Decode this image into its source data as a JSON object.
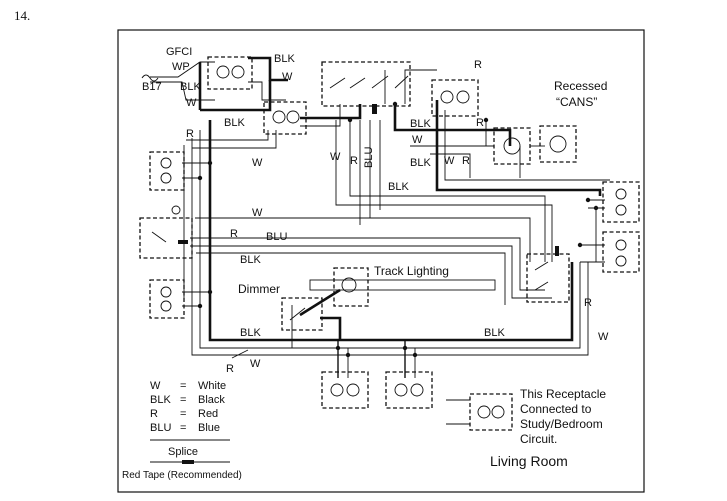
{
  "problem_number": "14.",
  "labels": {
    "gfci": "GFCI",
    "wp": "WP",
    "b17": "B17",
    "blk": "BLK",
    "w": "W",
    "r": "R",
    "blu": "BLU",
    "recessed": "Recessed",
    "cans": "“CANS”",
    "track_lighting": "Track Lighting",
    "dimmer": "Dimmer",
    "room_title": "Living Room"
  },
  "legend": {
    "rows": [
      {
        "abbr": "W",
        "eq": "=",
        "meaning": "White"
      },
      {
        "abbr": "BLK",
        "eq": "=",
        "meaning": "Black"
      },
      {
        "abbr": "R",
        "eq": "=",
        "meaning": "Red"
      },
      {
        "abbr": "BLU",
        "eq": "=",
        "meaning": "Blue"
      }
    ],
    "splice": "Splice",
    "red_tape": "Red Tape (Recommended)"
  },
  "note": {
    "line1": "This Receptacle",
    "line2": "Connected to",
    "line3": "Study/Bedroom",
    "line4": "Circuit."
  }
}
